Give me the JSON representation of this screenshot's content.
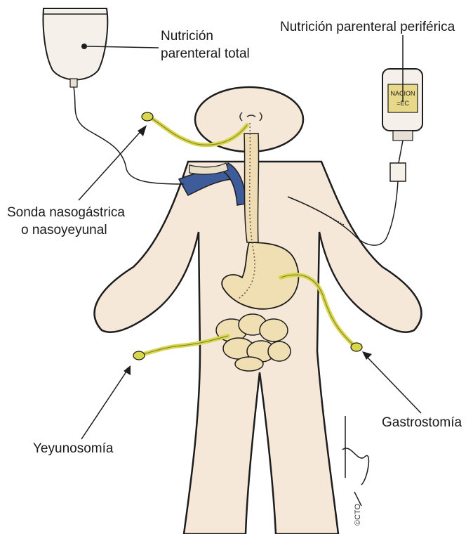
{
  "labels": {
    "tpn_line1": "Nutrición",
    "tpn_line2": "parenteral total",
    "ppn": "Nutrición parenteral periférica",
    "ng_line1": "Sonda nasogástrica",
    "ng_line2": "o nasoyeyunal",
    "gastro": "Gastrostomía",
    "yeyuno": "Yeyunosomía",
    "copyright": "©CTO"
  },
  "ppn_bag_text": [
    "NACION",
    "=EC"
  ],
  "colors": {
    "body_fill": "#f6e8d8",
    "outline": "#1d1d1d",
    "tube_yellow": "#d8d64a",
    "vessel_blue": "#3f5c9a",
    "organ_fill": "#f1dfb4"
  }
}
